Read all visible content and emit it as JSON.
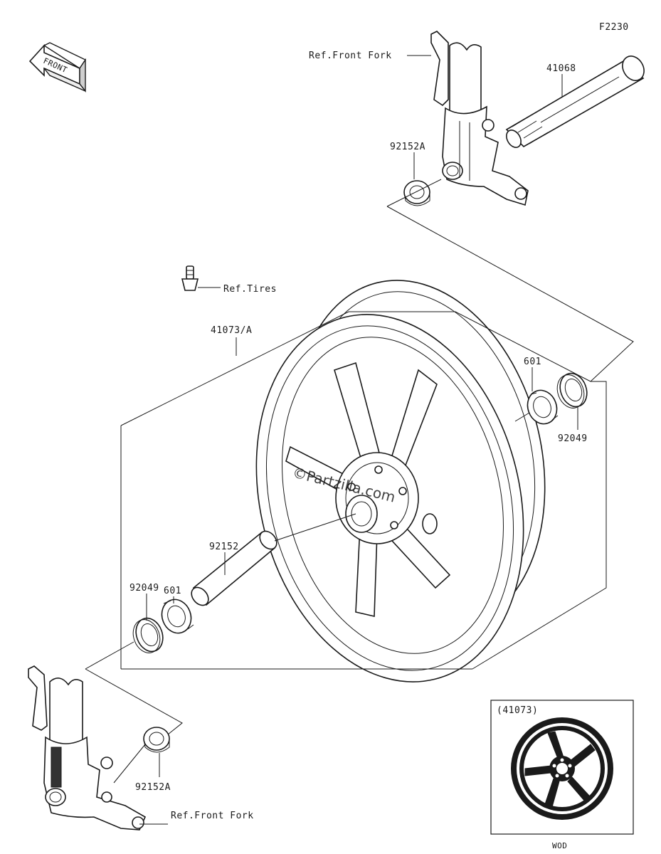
{
  "diagram": {
    "code": "F2230",
    "front_label": "FRONT",
    "watermark": "©Partzilla.com",
    "labels": {
      "ref_front_fork_top": "Ref.Front Fork",
      "part_41068": "41068",
      "part_92152A_top": "92152A",
      "ref_tires": "Ref.Tires",
      "part_41073A": "41073/A",
      "part_601_right": "601",
      "part_92049_right": "92049",
      "part_92152": "92152",
      "part_601_left": "601",
      "part_92049_left": "92049",
      "part_92152A_bottom": "92152A",
      "ref_front_fork_bottom": "Ref.Front Fork"
    },
    "inset": {
      "title": "(41073)",
      "caption": "WOD"
    }
  }
}
